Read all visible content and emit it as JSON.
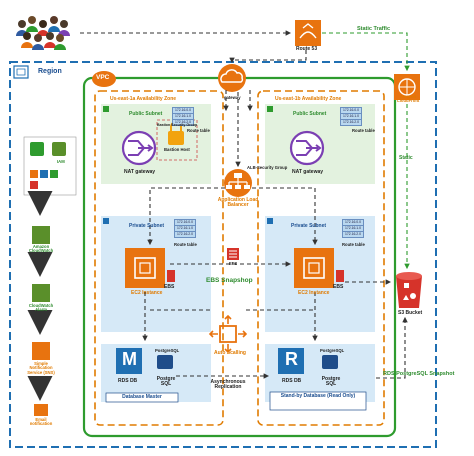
{
  "labels": {
    "region": "Region",
    "vpc": "VPC",
    "route53": "Route 53",
    "static_traffic": "Static Traffic",
    "static": "Static",
    "cloudfront": "Amazon CloudFront",
    "gateway": "gateway",
    "az_a": "Us-east-1a Availability Zone",
    "az_b": "Us-east-1b Availability Zone",
    "public_subnet": "Public Subnet",
    "private_subnet": "Private Subnet",
    "bastion_sg": "Bastion Security Group",
    "bastion_host": "Bastion Host",
    "route_table": "Route table",
    "nat_gateway": "NAT gateway",
    "alb_sg": "ALB-Security Group",
    "alb": "Application Load Balancer",
    "efs": "EFS",
    "ebs": "EBS",
    "ebs_snapshop": "EBS Snapshop",
    "ec2": "EC2 Instance",
    "s3": "S3 Bucket",
    "iam": "IAM",
    "cloudwatch": "Amazon CloudWatch",
    "cloudwatch_alarm": "CloudWatch Alarm",
    "sns": "Simple Notification Service (SNS)",
    "email": "Email notification",
    "auto_scaling": "Auto Scalling",
    "async_replication": "Asynchronous Replication",
    "rds_db": "RDS DB",
    "postgres_sql": "Postgre SQL",
    "postgresql": "PostgreSQL",
    "db_master": "Database Master",
    "db_standby": "Stand-by Database (Read Only)",
    "rds_pg_snapshot": "RDS PostgreSQL Snapshot",
    "rds_m_letter": "M",
    "rds_r_letter": "R"
  },
  "route_tables": {
    "pub_a": [
      "172.16.0.0",
      "172.16.1.0",
      "172.16.2.0"
    ],
    "pub_b": [
      "172.16.0.0",
      "172.16.1.0",
      "172.16.2.0"
    ],
    "priv_a": [
      "172.16.0.0",
      "172.16.1.0",
      "172.16.2.0"
    ],
    "priv_b": [
      "172.16.0.0",
      "172.16.1.0",
      "172.16.2.0"
    ]
  },
  "colors": {
    "region_border": "#1f6fb2",
    "vpc_border": "#2e9b2e",
    "az_border": "#e07b00",
    "public_fill": "#e3f2df",
    "private_fill": "#d6e9f7",
    "nat_purple": "#7b3fb3",
    "ec2_orange": "#e8730f",
    "s3_red": "#d6332a",
    "arrow": "#333333",
    "green_arrow": "#2e9b2e"
  }
}
